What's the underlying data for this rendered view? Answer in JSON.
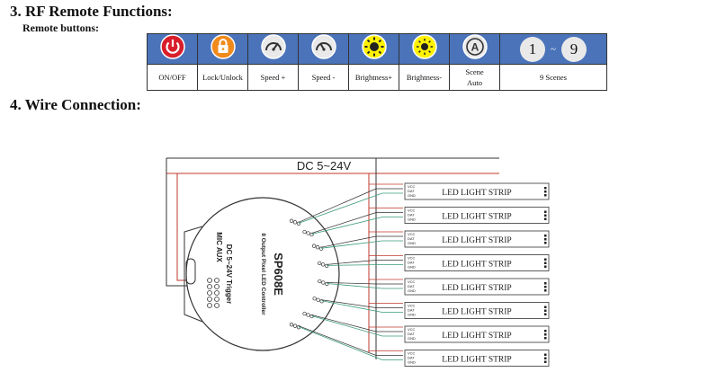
{
  "section3": {
    "title": "3.  RF Remote Functions:",
    "subtitle": "Remote buttons:"
  },
  "buttons": [
    {
      "label": "ON/OFF",
      "icon": "power-icon"
    },
    {
      "label": "Lock/Unlock",
      "icon": "lock-icon"
    },
    {
      "label": "Speed +",
      "icon": "speed-up-icon"
    },
    {
      "label": "Speed -",
      "icon": "speed-down-icon"
    },
    {
      "label": "Brightness+",
      "icon": "brightness-up-icon"
    },
    {
      "label": "Brightness-",
      "icon": "brightness-down-icon"
    },
    {
      "label": "Scene\nAuto",
      "icon": "auto-icon"
    },
    {
      "label": "9 Scenes",
      "icon": "scenes-icon",
      "range_start": "1",
      "range_sep": "~",
      "range_end": "9"
    }
  ],
  "section4": {
    "title": "4. Wire Connection:"
  },
  "diagram": {
    "power_label": "DC 5~24V",
    "controller_name": "SP608E",
    "controller_desc": "8 Output Pixel LED Controller",
    "trigger_label": "DC 5~24V Trigger",
    "trigger_sub": "MIC AUX",
    "pin_labels": [
      "VCC",
      "DAT",
      "GND"
    ],
    "strip_label": "LED  LIGHT STRIP",
    "strip_count": 8,
    "colors": {
      "power": "#c0392b",
      "ground": "#333333",
      "data": "#3a9b7a",
      "accent": "#4a73ba"
    }
  }
}
